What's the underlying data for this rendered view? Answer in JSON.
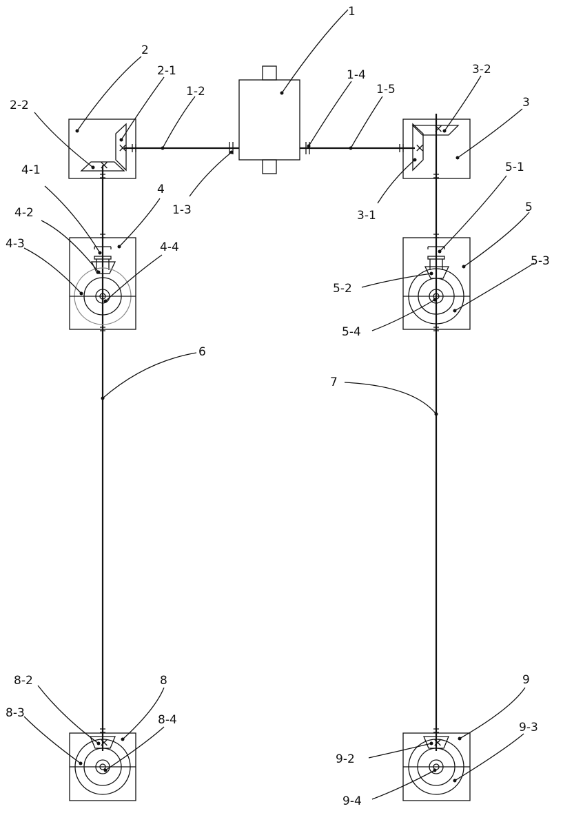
{
  "labels": {
    "l1": "1",
    "l1_2": "1-2",
    "l1_3": "1-3",
    "l1_4": "1-4",
    "l1_5": "1-5",
    "l2": "2",
    "l2_1": "2-1",
    "l2_2": "2-2",
    "l3": "3",
    "l3_1": "3-1",
    "l3_2": "3-2",
    "l4": "4",
    "l4_1": "4-1",
    "l4_2": "4-2",
    "l4_3": "4-3",
    "l4_4": "4-4",
    "l5": "5",
    "l5_1": "5-1",
    "l5_2": "5-2",
    "l5_3": "5-3",
    "l5_4": "5-4",
    "l6": "6",
    "l7": "7",
    "l8": "8",
    "l8_2": "8-2",
    "l8_3": "8-3",
    "l8_4": "8-4",
    "l9": "9",
    "l9_2": "9-2",
    "l9_3": "9-3",
    "l9_4": "9-4"
  }
}
